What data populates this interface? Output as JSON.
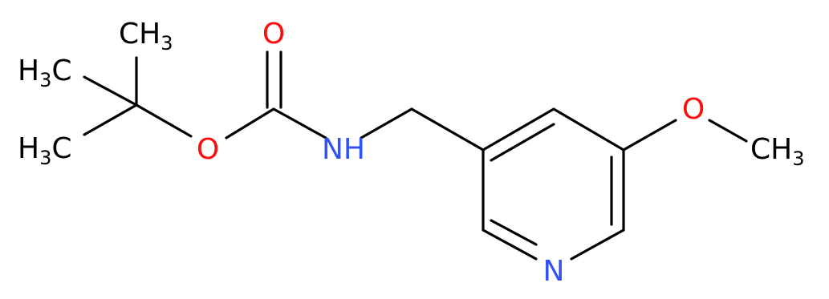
{
  "colors": {
    "carbon": "#000000",
    "oxygen": "#ff0d0d",
    "nitrogen": "#3050f8",
    "background": "#ffffff"
  },
  "atoms": {
    "ch3_top": {
      "main": "CH",
      "sub": "3"
    },
    "h3c_mid": {
      "pre": "H",
      "sub": "3",
      "post": "C"
    },
    "h3c_low": {
      "pre": "H",
      "sub": "3",
      "post": "C"
    },
    "o_carbonyl": "O",
    "o_ester": "O",
    "nh": "NH",
    "n_ring": "N",
    "o_methoxy": "O",
    "och3": {
      "main": "CH",
      "sub": "3"
    }
  }
}
